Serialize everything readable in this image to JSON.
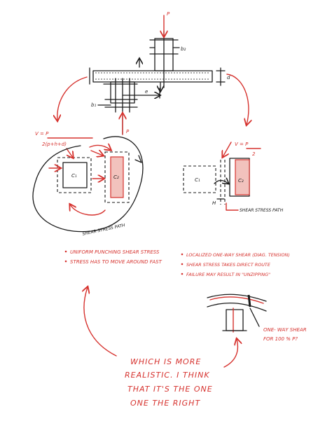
{
  "colors": {
    "ink": "#1a1a1a",
    "red_pen": "#d6322e",
    "paper": "#ffffff",
    "hatch": "#f2c2bd"
  },
  "top_section": {
    "load_top": "P",
    "load_bottom": "P",
    "dim_b2": "b₂",
    "dim_d": "d",
    "dim_b1": "b₁",
    "dim_e": "e"
  },
  "left_case": {
    "formula_lhs": "V = P",
    "formula_den": "2(p+h+d)",
    "column_1": "C₁",
    "column_2": "C₂",
    "path_label": "SHEAR STRESS PATH",
    "bullets": [
      "UNIFORM PUNCHING SHEAR STRESS",
      "STRESS HAS TO MOVE AROUND FAST"
    ]
  },
  "right_case": {
    "formula_lhs": "V = P",
    "formula_den": "2",
    "column_1": "C₁",
    "column_2": "C₂",
    "dim_h": "H",
    "path_label": "SHEAR STRESS PATH",
    "bullets": [
      "LOCALIZED ONE-WAY SHEAR (DIAG. TENSION)",
      "SHEAR STRESS TAKES DIRECT ROUTE",
      "FAILURE MAY RESULT IN \"UNZIPPING\""
    ],
    "note_line1": "ONE- WAY SHEAR",
    "note_line2": "FOR 100 % P?"
  },
  "question": {
    "lines": [
      "WHICH IS MORE",
      "REALISTIC. I THINK",
      "THAT IT'S THE ONE",
      "ONE THE RIGHT"
    ]
  }
}
